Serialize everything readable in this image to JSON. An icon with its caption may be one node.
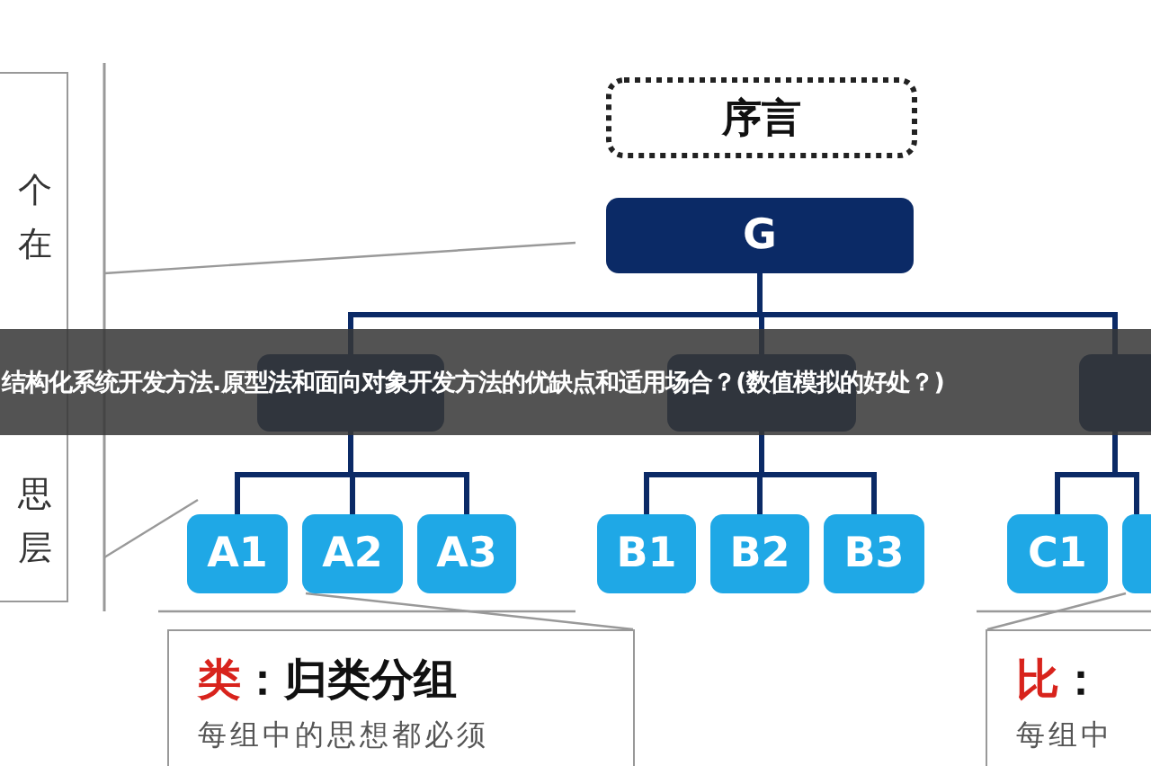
{
  "diagram": {
    "nodes": [
      {
        "text": [
          "序言"
        ]
      },
      {
        "text": [
          "G"
        ]
      },
      {
        "text": [],
        "shape": "box"
      },
      {
        "text": [],
        "shape": "box"
      },
      {
        "text": [],
        "shape": "box"
      },
      {
        "text": [
          "A1"
        ]
      },
      {
        "text": [
          "A2"
        ]
      },
      {
        "text": [
          "A3"
        ]
      },
      {
        "text": [
          "B1"
        ]
      },
      {
        "text": [
          "B2"
        ]
      },
      {
        "text": [
          "B3"
        ]
      },
      {
        "text": [
          "C1"
        ]
      },
      {
        "text": [],
        "shape": "box"
      },
      {
        "text": [
          "个在",
          "思层"
        ]
      },
      {
        "text": [
          "类",
          "：归类分组",
          "每组中的思想都必须"
        ]
      },
      {
        "text": [
          "比",
          "：",
          "每组中"
        ]
      }
    ],
    "edges": [
      {
        "from": 1,
        "to": 2,
        "arrow": "none"
      },
      {
        "from": 1,
        "to": 3,
        "arrow": "none"
      },
      {
        "from": 1,
        "to": 4,
        "arrow": "none"
      },
      {
        "from": 2,
        "to": 5,
        "arrow": "none"
      },
      {
        "from": 2,
        "to": 6,
        "arrow": "none"
      },
      {
        "from": 2,
        "to": 7,
        "arrow": "none"
      },
      {
        "from": 3,
        "to": 8,
        "arrow": "none"
      },
      {
        "from": 3,
        "to": 9,
        "arrow": "none"
      },
      {
        "from": 3,
        "to": 10,
        "arrow": "none"
      },
      {
        "from": 4,
        "to": 11,
        "arrow": "none"
      },
      {
        "from": 4,
        "to": 12,
        "arrow": "none"
      },
      {
        "from": 6,
        "to": 14,
        "arrow": "none",
        "color": "#999999"
      },
      {
        "from": 12,
        "to": 15,
        "arrow": "none",
        "color": "#999999"
      }
    ],
    "labels": [
      "结构化系统开发方法.原型法和面向对象开发方法的优缺点和适用场合？(数值模拟的好处？)"
    ]
  }
}
